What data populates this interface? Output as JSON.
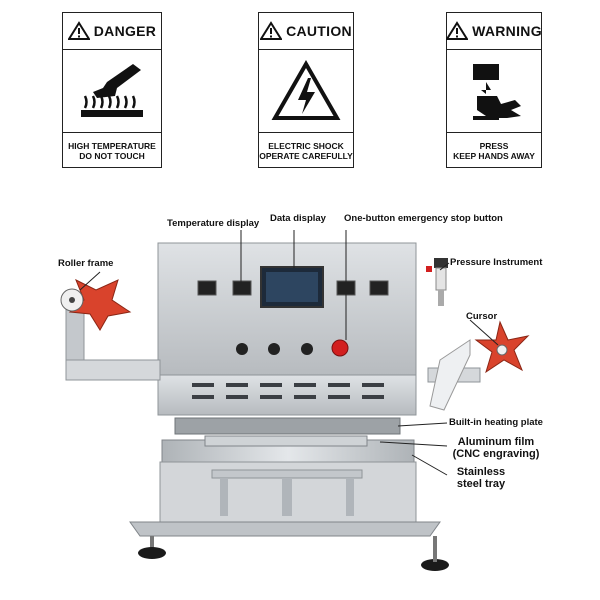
{
  "signs": [
    {
      "title": "DANGER",
      "line1": "HIGH TEMPERATURE",
      "line2": "DO NOT TOUCH",
      "icon": "hot-surface-icon"
    },
    {
      "title": "CAUTION",
      "line1": "ELECTRIC SHOCK",
      "line2": "OPERATE CAREFULLY",
      "icon": "electric-shock-icon"
    },
    {
      "title": "WARNING",
      "line1": "PRESS",
      "line2": "KEEP HANDS AWAY",
      "icon": "hand-crush-icon"
    }
  ],
  "labels": {
    "temperature_display": "Temperature display",
    "data_display": "Data display",
    "emergency_stop": "One-button emergency stop button",
    "roller_frame": "Roller frame",
    "pressure_instrument": "Pressure Instrument",
    "cursor": "Cursor",
    "heating_plate": "Built-in heating plate",
    "aluminum_film_1": "Aluminum film",
    "aluminum_film_2": "(CNC engraving)",
    "stainless_tray_1": "Stainless",
    "stainless_tray_2": "steel tray"
  },
  "colors": {
    "steel": "#c9cccf",
    "steel_dark": "#8f9498",
    "roller_red": "#d9432c",
    "stop_red": "#d21f1f",
    "screen": "#1d2a3a"
  }
}
